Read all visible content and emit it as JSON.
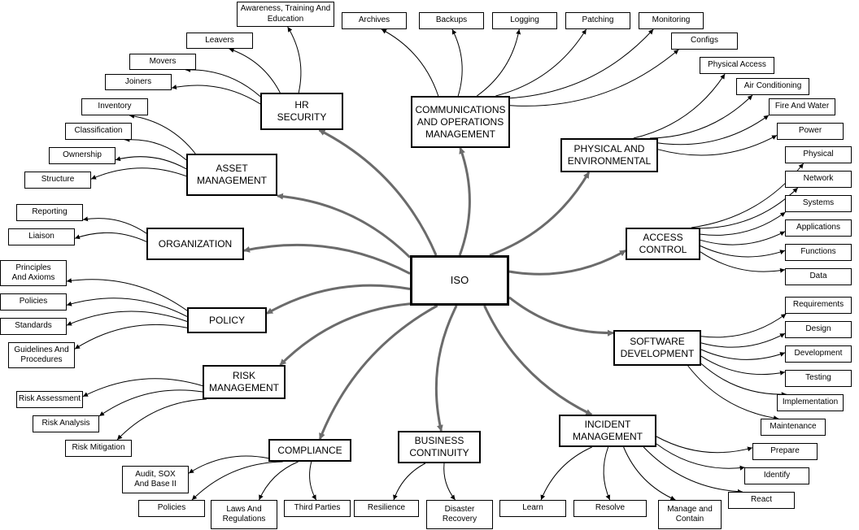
{
  "colors": {
    "primary_edge": "#6b6b6b",
    "leaf_edge": "#000000",
    "box_border": "#000000",
    "background": "#ffffff"
  },
  "root": {
    "label": "ISO"
  },
  "topics": [
    {
      "id": "hr",
      "label": "HR\nSECURITY",
      "children": [
        "Awareness, Training And\nEducation",
        "Leavers",
        "Movers",
        "Joiners"
      ]
    },
    {
      "id": "comms",
      "label": "COMMUNICATIONS\nAND OPERATIONS\nMANAGEMENT",
      "children": [
        "Archives",
        "Backups",
        "Logging",
        "Patching",
        "Monitoring",
        "Configs"
      ]
    },
    {
      "id": "phys",
      "label": "PHYSICAL AND\nENVIRONMENTAL",
      "children": [
        "Physical Access",
        "Air Conditioning",
        "Fire And Water",
        "Power"
      ]
    },
    {
      "id": "access",
      "label": "ACCESS\nCONTROL",
      "children": [
        "Physical",
        "Network",
        "Systems",
        "Applications",
        "Functions",
        "Data"
      ]
    },
    {
      "id": "soft",
      "label": "SOFTWARE\nDEVELOPMENT",
      "children": [
        "Requirements",
        "Design",
        "Development",
        "Testing",
        "Implementation",
        "Maintenance"
      ]
    },
    {
      "id": "incident",
      "label": "INCIDENT\nMANAGEMENT",
      "children": [
        "Prepare",
        "Identify",
        "React",
        "Manage and\nContain",
        "Resolve",
        "Learn"
      ]
    },
    {
      "id": "bcp",
      "label": "BUSINESS\nCONTINUITY",
      "children": [
        "Resilience",
        "Disaster\nRecovery"
      ]
    },
    {
      "id": "compliance",
      "label": "COMPLIANCE",
      "children": [
        "Audit, SOX\nAnd Base II",
        "Policies",
        "Laws And\nRegulations",
        "Third Parties"
      ]
    },
    {
      "id": "risk",
      "label": "RISK\nMANAGEMENT",
      "children": [
        "Risk Assessment",
        "Risk Analysis",
        "Risk Mitigation"
      ]
    },
    {
      "id": "policy",
      "label": "POLICY",
      "children": [
        "Principles\nAnd Axioms",
        "Policies",
        "Standards",
        "Guidelines And\nProcedures"
      ]
    },
    {
      "id": "org",
      "label": "ORGANIZATION",
      "children": [
        "Reporting",
        "Liaison"
      ]
    },
    {
      "id": "asset",
      "label": "ASSET\nMANAGEMENT",
      "children": [
        "Inventory",
        "Classification",
        "Ownership",
        "Structure"
      ]
    }
  ]
}
